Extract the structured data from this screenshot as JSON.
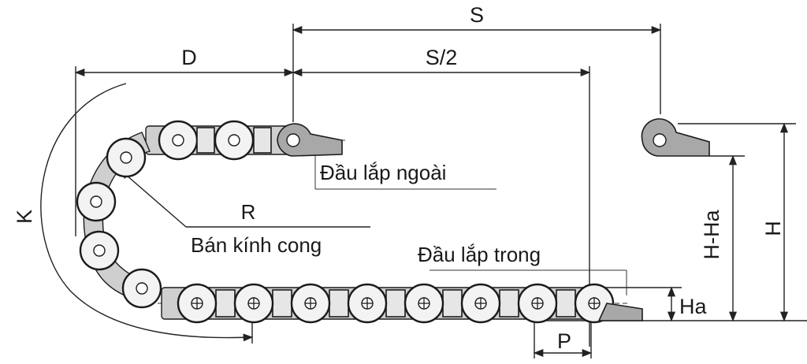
{
  "labels": {
    "S": "S",
    "S_half": "S/2",
    "D": "D",
    "K": "K",
    "R": "R",
    "bend_radius": "Bán kính cong",
    "outer_end": "Đầu lắp ngoài",
    "inner_end": "Đầu lắp trong",
    "H": "H",
    "H_minus_Ha": "H-Ha",
    "Ha": "Ha",
    "P": "P"
  },
  "colors": {
    "line": "#222222",
    "link_fill": "#f3f3f3",
    "bracket_fill": "#a8a8a8",
    "background": "#ffffff"
  }
}
